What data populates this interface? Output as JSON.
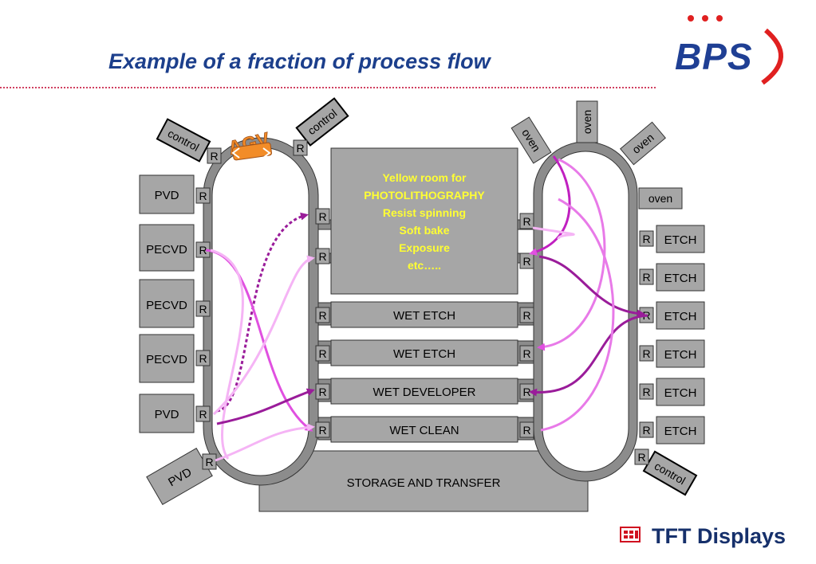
{
  "title": "Example of a fraction  of process flow",
  "logo": {
    "brand": "BPS",
    "footer": "TFT Displays"
  },
  "agv_label": "AGV",
  "robot_label": "R",
  "yellow_room": [
    "Yellow room for",
    "PHOTOLITHOGRAPHY",
    "Resist spinning",
    "Soft bake",
    "Exposure",
    "etc….."
  ],
  "center_modules": [
    "WET ETCH",
    "WET ETCH",
    "WET DEVELOPER",
    "WET CLEAN"
  ],
  "storage": "STORAGE AND TRANSFER",
  "left_tools": [
    "PVD",
    "PECVD",
    "PECVD",
    "PECVD",
    "PVD",
    "PVD"
  ],
  "left_controls": [
    "control",
    "control"
  ],
  "right_top": [
    "oven",
    "oven",
    "oven",
    "oven"
  ],
  "right_etch": [
    "ETCH",
    "ETCH",
    "ETCH",
    "ETCH",
    "ETCH",
    "ETCH"
  ],
  "right_control": "control",
  "colors": {
    "title": "#1c3f8c",
    "box_fill": "#a6a6a6",
    "rail": "#8c8c8c",
    "yellow_text": "#ffff33",
    "flow_dark": "#9a1c9a",
    "flow_mid": "#e050e0",
    "flow_light": "#f5b4f5",
    "agv": "#f28c28"
  }
}
